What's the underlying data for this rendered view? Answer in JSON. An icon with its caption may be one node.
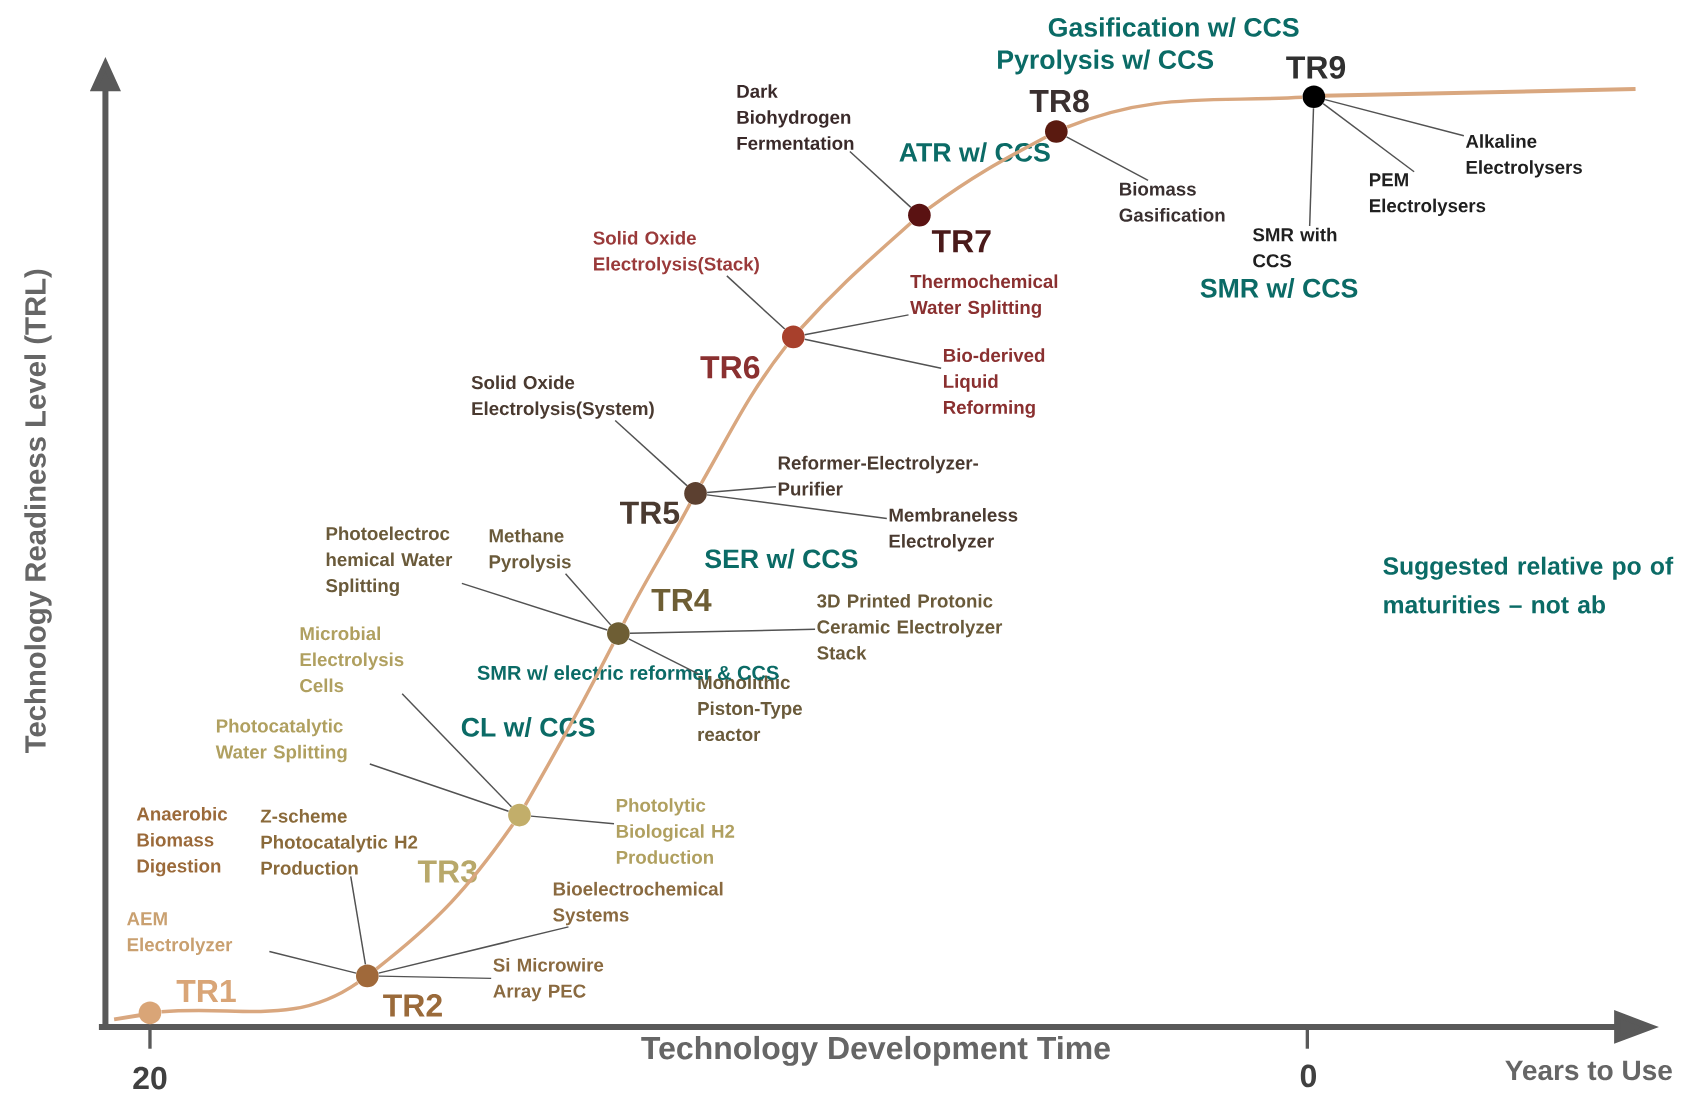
{
  "diagram": {
    "nodes": [
      {
        "text": [
          "TR1"
        ]
      },
      {
        "text": [
          "TR2"
        ]
      },
      {
        "text": [
          "TR3"
        ]
      },
      {
        "text": [
          "TR4"
        ]
      },
      {
        "text": [
          "TR5"
        ]
      },
      {
        "text": [
          "TR6"
        ]
      },
      {
        "text": [
          "TR7"
        ]
      },
      {
        "text": [
          "TR8"
        ]
      },
      {
        "text": [
          "TR9"
        ]
      },
      {
        "text": [
          "Dark Biohydrogen Fermentation"
        ]
      },
      {
        "text": [
          "Solid Oxide Electrolysis(Stack)"
        ]
      },
      {
        "text": [
          "Thermochemical Water Splitting"
        ]
      },
      {
        "text": [
          "Bio-derived Liquid Reforming"
        ]
      },
      {
        "text": [
          "Biomass Gasification"
        ]
      },
      {
        "text": [
          "SMR with CCS"
        ]
      },
      {
        "text": [
          "PEM Electrolysers"
        ]
      },
      {
        "text": [
          "Alkaline Electrolysers"
        ]
      },
      {
        "text": [
          "Solid Oxide Electrolysis(System)"
        ]
      },
      {
        "text": [
          "Reformer-Electrolyzer-Purifier"
        ]
      },
      {
        "text": [
          "Membraneless Electrolyzer"
        ]
      },
      {
        "text": [
          "Photoelectroc hemical Water Splitting"
        ]
      },
      {
        "text": [
          "Methane Pyrolysis"
        ]
      },
      {
        "text": [
          "3D Printed Protonic Ceramic Electrolyzer Stack"
        ]
      },
      {
        "text": [
          "Microbial Electrolysis Cells"
        ]
      },
      {
        "text": [
          "Monolithic Piston-Type reactor"
        ]
      },
      {
        "text": [
          "Photocatalytic Water Splitting"
        ]
      },
      {
        "text": [
          "Photolytic Biological H2 Production"
        ]
      },
      {
        "text": [
          "Z-scheme Photocatalytic H2 Production"
        ]
      },
      {
        "text": [
          "AEM Electrolyzer"
        ]
      },
      {
        "text": [
          "Bioelectrochemical Systems"
        ]
      },
      {
        "text": [
          "Si Microwire Array PEC"
        ]
      }
    ],
    "edges": [
      {
        "from": 0,
        "to": 1,
        "arrow": "none",
        "color": "#d9a77f"
      },
      {
        "from": 1,
        "to": 2,
        "arrow": "none",
        "color": "#d9a77f"
      },
      {
        "from": 2,
        "to": 3,
        "arrow": "none",
        "color": "#d9a77f"
      },
      {
        "from": 3,
        "to": 4,
        "arrow": "none",
        "color": "#d9a77f"
      },
      {
        "from": 4,
        "to": 5,
        "arrow": "none",
        "color": "#d9a77f"
      },
      {
        "from": 5,
        "to": 6,
        "arrow": "none",
        "color": "#d9a77f"
      },
      {
        "from": 6,
        "to": 7,
        "arrow": "none",
        "color": "#d9a77f"
      },
      {
        "from": 7,
        "to": 8,
        "arrow": "none",
        "color": "#d9a77f"
      },
      {
        "from": 9,
        "to": 6,
        "arrow": "none"
      },
      {
        "from": 10,
        "to": 5,
        "arrow": "none"
      },
      {
        "from": 11,
        "to": 5,
        "arrow": "none"
      },
      {
        "from": 12,
        "to": 5,
        "arrow": "none"
      },
      {
        "from": 13,
        "to": 7,
        "arrow": "none"
      },
      {
        "from": 14,
        "to": 8,
        "arrow": "none"
      },
      {
        "from": 15,
        "to": 8,
        "arrow": "none"
      },
      {
        "from": 16,
        "to": 8,
        "arrow": "none"
      },
      {
        "from": 17,
        "to": 4,
        "arrow": "none"
      },
      {
        "from": 18,
        "to": 4,
        "arrow": "none"
      },
      {
        "from": 19,
        "to": 4,
        "arrow": "none"
      },
      {
        "from": 20,
        "to": 3,
        "arrow": "none"
      },
      {
        "from": 21,
        "to": 3,
        "arrow": "none"
      },
      {
        "from": 22,
        "to": 3,
        "arrow": "none"
      },
      {
        "from": 23,
        "to": 2,
        "arrow": "none"
      },
      {
        "from": 24,
        "to": 3,
        "arrow": "none"
      },
      {
        "from": 25,
        "to": 2,
        "arrow": "none"
      },
      {
        "from": 26,
        "to": 2,
        "arrow": "none"
      },
      {
        "from": 27,
        "to": 1,
        "arrow": "none"
      },
      {
        "from": 28,
        "to": 1,
        "arrow": "none"
      },
      {
        "from": 29,
        "to": 1,
        "arrow": "none"
      },
      {
        "from": 30,
        "to": 1,
        "arrow": "none"
      }
    ],
    "labels": [
      "Anaerobic Biomass Digestion",
      "Gasification w/ CCS",
      "Pyrolysis w/ CCS",
      "ATR w/ CCS",
      "SMR w/ CCS",
      "SER w/ CCS",
      "SMR w/ electric reformer & CCS",
      "CL w/ CCS",
      "Suggested relative po of maturities – not ab",
      "Technology Readiness Level (TRL)",
      "Technology Development Time",
      "20",
      "0",
      "Years to Use"
    ]
  }
}
